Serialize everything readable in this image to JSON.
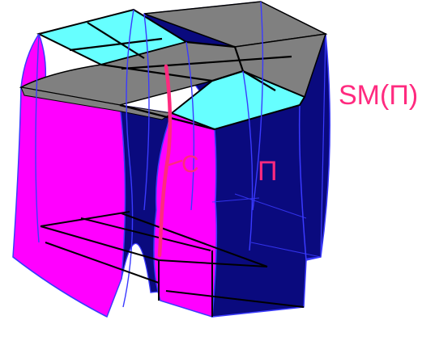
{
  "figure": {
    "labels": {
      "sm_pi": "SM(Π)",
      "pi": "Π",
      "c": "C"
    },
    "colors": {
      "magenta": "#ff00ff",
      "navy": "#0a0a7e",
      "cyan": "#66ffff",
      "gray": "#808080",
      "edge_black": "#000000",
      "edge_blue": "#3a3aff",
      "label_pink": "#ff2a7f"
    }
  }
}
